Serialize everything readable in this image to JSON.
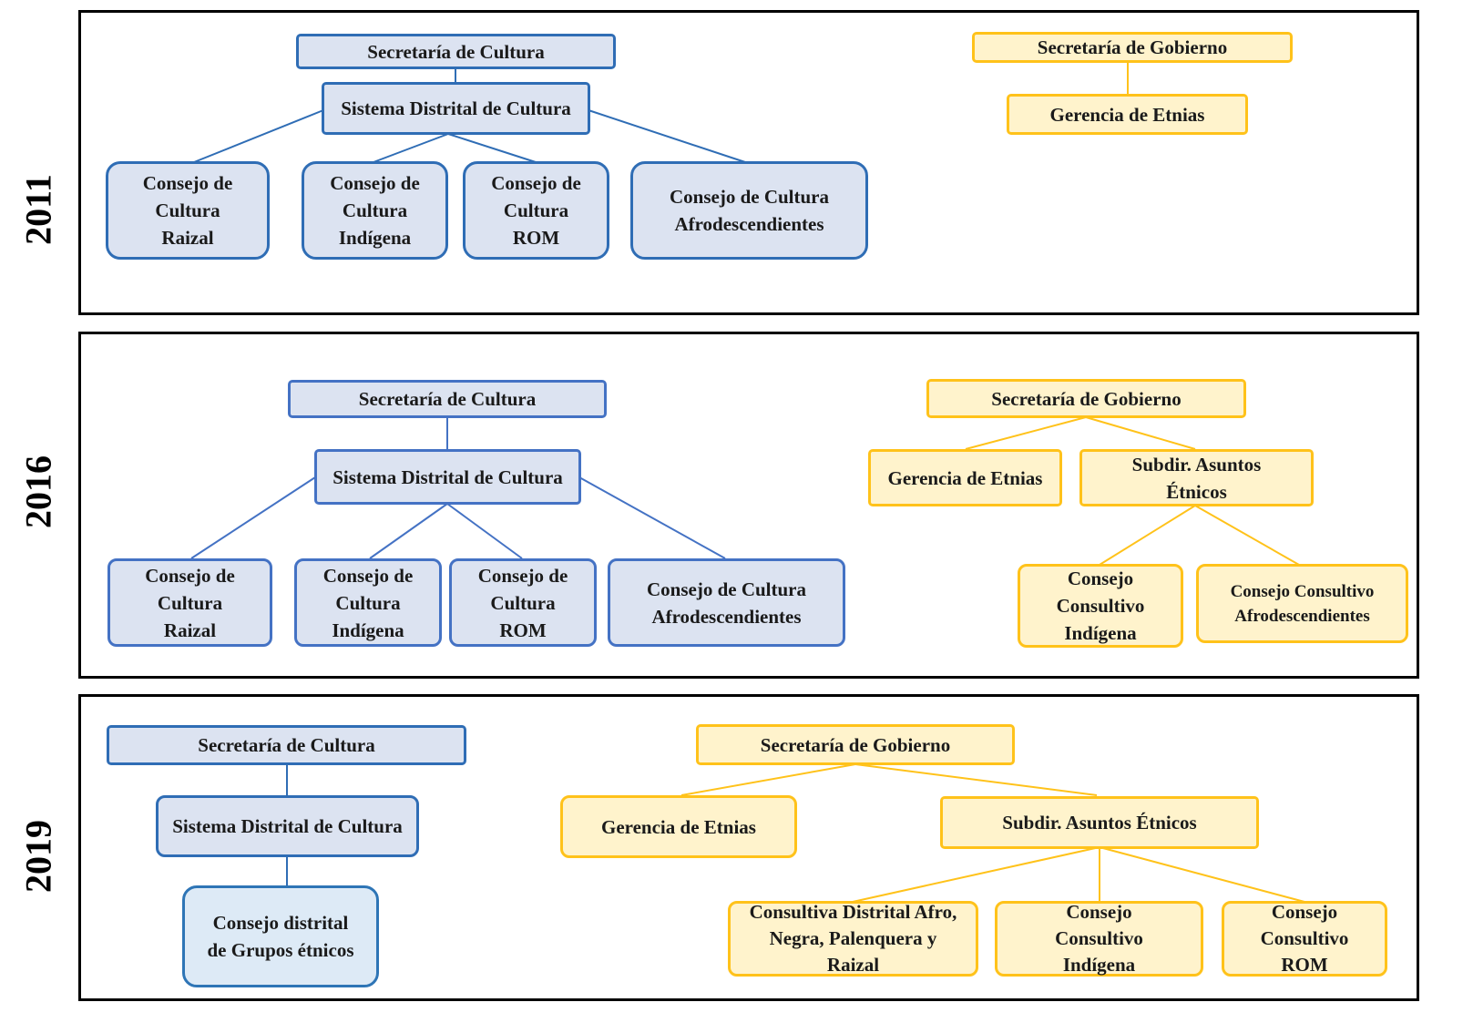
{
  "panels": [
    {
      "year": "2011",
      "cultura": {
        "secretaria": "Secretaría de Cultura",
        "sistema": "Sistema Distrital de Cultura",
        "consejos": [
          "Consejo de Cultura Raizal",
          "Consejo de Cultura Indígena",
          "Consejo de Cultura ROM",
          "Consejo de Cultura Afrodescendientes"
        ]
      },
      "gobierno": {
        "secretaria": "Secretaría de Gobierno",
        "gerencia": "Gerencia de Etnias"
      }
    },
    {
      "year": "2016",
      "cultura": {
        "secretaria": "Secretaría de Cultura",
        "sistema": "Sistema Distrital de Cultura",
        "consejos": [
          "Consejo de Cultura Raizal",
          "Consejo de Cultura Indígena",
          "Consejo de Cultura ROM",
          "Consejo de Cultura Afrodescendientes"
        ]
      },
      "gobierno": {
        "secretaria": "Secretaría de Gobierno",
        "gerencia": "Gerencia de Etnias",
        "subdireccion": "Subdir. Asuntos Étnicos",
        "consejos": [
          "Consejo Consultivo Indígena",
          "Consejo Consultivo Afrodescendientes"
        ]
      }
    },
    {
      "year": "2019",
      "cultura": {
        "secretaria": "Secretaría de Cultura",
        "sistema": "Sistema Distrital de Cultura",
        "consejo": "Consejo distrital de Grupos étnicos"
      },
      "gobierno": {
        "secretaria": "Secretaría de Gobierno",
        "gerencia": "Gerencia de Etnias",
        "subdireccion": "Subdir. Asuntos Étnicos",
        "consejos": [
          "Consultiva Distrital Afro, Negra, Palenquera y Raizal",
          "Consejo Consultivo Indígena",
          "Consejo Consultivo ROM"
        ]
      }
    }
  ],
  "colors": {
    "cultura_fill": "#dce3f1",
    "cultura_border": "#2f6db5",
    "gobierno_fill": "#fff3cc",
    "gobierno_border": "#ffc21a"
  }
}
